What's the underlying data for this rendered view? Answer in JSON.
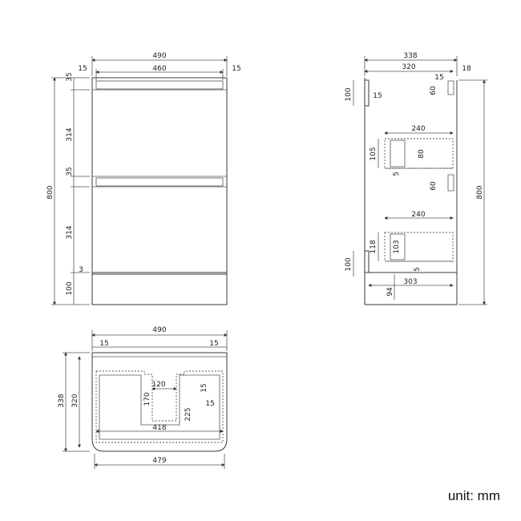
{
  "front": {
    "w490": "490",
    "w460": "460",
    "m15l": "15",
    "m15r": "15",
    "h35a": "35",
    "h314a": "314",
    "h35b": "35",
    "h314b": "314",
    "h3": "3",
    "h100": "100",
    "h800": "800"
  },
  "side": {
    "w338": "338",
    "w320": "320",
    "w18": "18",
    "w15top": "15",
    "h60a": "60",
    "h100a": "100",
    "w15a": "15",
    "w240a": "240",
    "h105": "105",
    "h80": "80",
    "n5a": "5",
    "h60b": "60",
    "h800": "800",
    "w240b": "240",
    "h118": "118",
    "h103": "103",
    "n5b": "5",
    "h100b": "100",
    "w303": "303",
    "w94": "94"
  },
  "top": {
    "w490": "490",
    "m15l": "15",
    "m15r": "15",
    "w120": "120",
    "h170": "170",
    "n15a": "15",
    "h225": "225",
    "n15b": "15",
    "w418": "418",
    "h338": "338",
    "h320": "320",
    "w479": "479"
  },
  "unit_label": "unit: mm"
}
